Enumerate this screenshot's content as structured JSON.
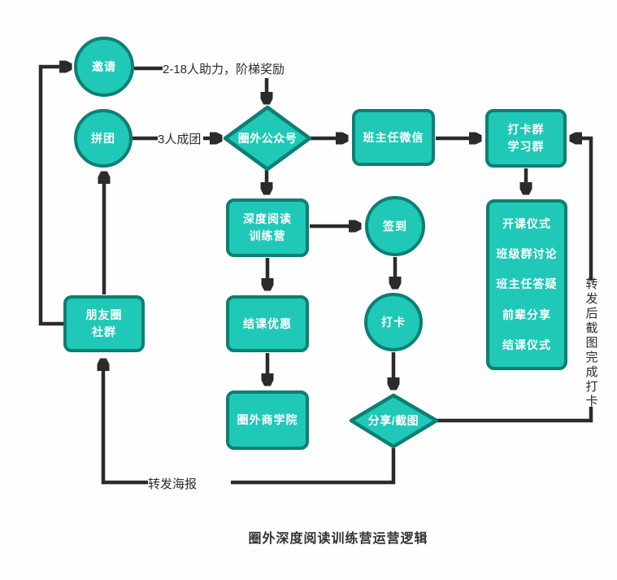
{
  "title": "圈外深度阅读训练营运营逻辑",
  "colors": {
    "node_fill": "#1fc8b7",
    "node_border": "#0c7f73",
    "line": "#2b2b2b",
    "node_text": "#ffffff",
    "background": "#fefefe"
  },
  "nodes": {
    "invite": "邀请",
    "group_buy": "拼团",
    "official_account": "圈外公众号",
    "teacher_wechat": "班主任微信",
    "checkin_group": [
      "打卡群",
      "学习群"
    ],
    "reading_camp": [
      "深度阅读",
      "训练营"
    ],
    "sign_in": "签到",
    "activities": [
      "开课仪式",
      "班级群讨论",
      "班主任答疑",
      "前辈分享",
      "结课仪式"
    ],
    "course_end_discount": "结课优惠",
    "daily_checkin": "打卡",
    "moments_community": [
      "朋友圈",
      "社群"
    ],
    "business_school": "圈外商学院",
    "share_screenshot": "分享/截图"
  },
  "edge_labels": {
    "invite_note": "2-18人助力，阶梯奖励",
    "group_note": "3人成团",
    "forward_poster": "转发海报",
    "forward_screenshot_note": "转发后截图完成打卡"
  }
}
